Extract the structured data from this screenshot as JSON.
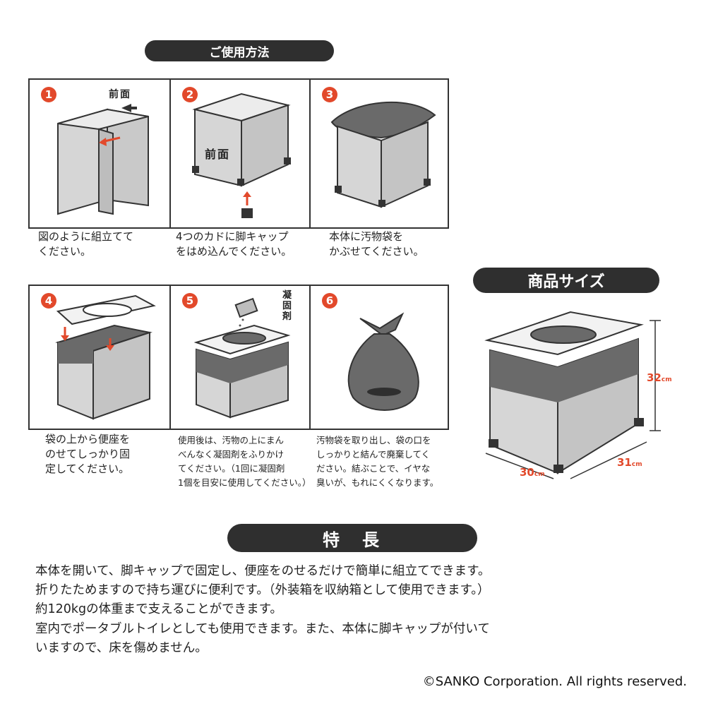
{
  "header": {
    "usage_title": "ご使用方法",
    "size_title": "商品サイズ",
    "feature_title": "特　長"
  },
  "steps": [
    {
      "num": "1",
      "label": "前面",
      "caption": "図のように組立てて\nください。"
    },
    {
      "num": "2",
      "label": "前面",
      "caption": "4つのカドに脚キャップ\nをはめ込んでください。"
    },
    {
      "num": "3",
      "caption": "本体に汚物袋を\nかぶせてください。"
    },
    {
      "num": "4",
      "caption": "袋の上から便座を\nのせてしっかり固\n定してください。"
    },
    {
      "num": "5",
      "label": "凝固剤",
      "caption": "使用後は、汚物の上にまん\nべんなく凝固剤をふりかけ\nてください。（1回に凝固剤\n1個を目安に使用してください。）"
    },
    {
      "num": "6",
      "caption": "汚物袋を取り出し、袋の口を\nしっかりと結んで廃棄してく\nださい。結ぶことで、イヤな\n臭いが、もれにくくなります。"
    }
  ],
  "size": {
    "height": "32",
    "depth": "31",
    "width": "30",
    "unit": "cm"
  },
  "features": [
    "本体を開いて、脚キャップで固定し、便座をのせるだけで簡単に組立てできます。",
    "折りたためますので持ち運びに便利です。（外装箱を収納箱として使用できます。）",
    "約120kgの体重まで支えることができます。",
    "室内でポータブルトイレとしても使用できます。また、本体に脚キャップが付いて",
    "いますので、床を傷めません。"
  ],
  "copyright": "©SANKO Corporation. All rights reserved.",
  "colors": {
    "accent": "#e2492b",
    "dark": "#2f2f2f",
    "box": "#d6d6d6",
    "bag": "#6a6a6a"
  }
}
